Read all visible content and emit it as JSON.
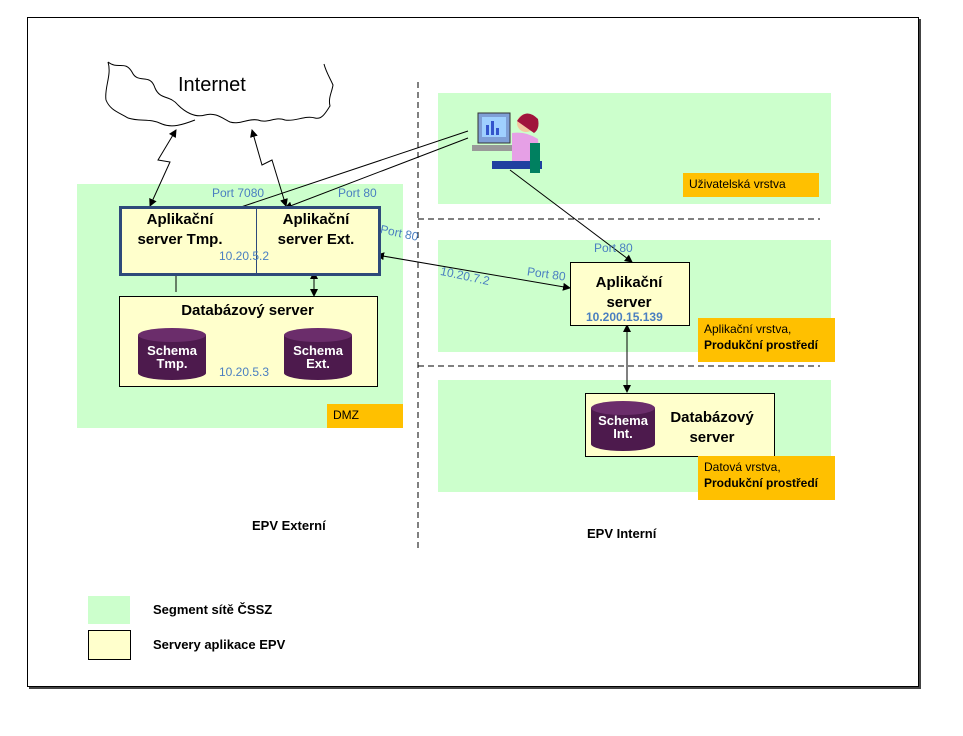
{
  "internet": "Internet",
  "ports": {
    "p7080": "Port 7080",
    "p80_ext_top": "Port 80",
    "p80_ext_right": "Port 80",
    "p80_app_left": "Port 80",
    "p80_app_top": "Port 80"
  },
  "dmz": {
    "label": "DMZ",
    "app_tmp": "Aplikační server Tmp.",
    "app_ext": "Aplikační server Ext.",
    "ip_app": "10.20.5.2",
    "db_title": "Databázový server",
    "schema_tmp": [
      "Schema",
      "Tmp."
    ],
    "schema_ext": [
      "Schema",
      "Ext."
    ],
    "ip_db": "10.20.5.3"
  },
  "link_ip": "10.20.7.2",
  "internal": {
    "user_layer": "Uživatelská vrstva",
    "app_server": "Aplikační server",
    "app_ip": "10.200.15.139",
    "app_layer_1": "Aplikační vrstva,",
    "app_layer_2": "Produkční prostředí",
    "db_server": "Databázový server",
    "schema_int": [
      "Schema",
      "Int."
    ],
    "data_layer_1": "Datová vrstva,",
    "data_layer_2": "Produkční prostředí"
  },
  "segments": {
    "external": "EPV Externí",
    "internal": "EPV Interní"
  },
  "legend": {
    "network": "Segment sítě ČSSZ",
    "servers": "Servery aplikace EPV"
  },
  "colors": {
    "zone": "#ccffcc",
    "server": "#ffffcc",
    "badge": "#ffc000",
    "db_cylinder": "#4d1a4d",
    "ip_text": "#4a7fc1",
    "highlight_border": "#2e4a7a"
  }
}
